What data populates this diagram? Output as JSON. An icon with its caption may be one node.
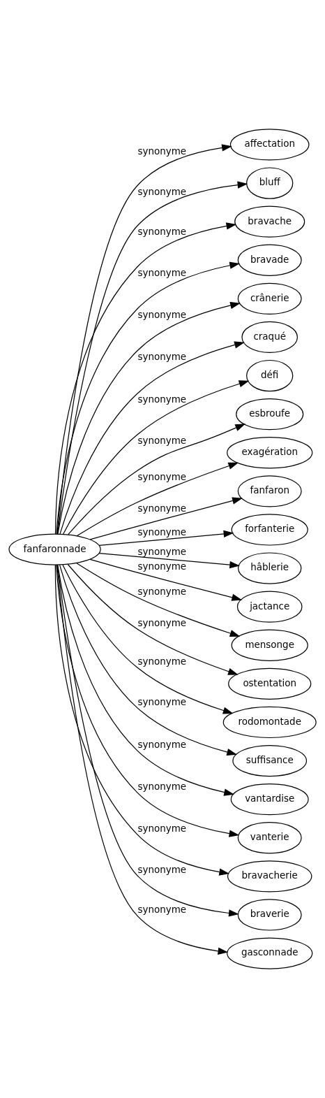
{
  "diagram": {
    "nodes": [
      {
        "text": [
          "fanfaronnade"
        ]
      },
      {
        "text": [
          "affectation"
        ]
      },
      {
        "text": [
          "bluff"
        ]
      },
      {
        "text": [
          "bravache"
        ]
      },
      {
        "text": [
          "bravade"
        ]
      },
      {
        "text": [
          "crânerie"
        ]
      },
      {
        "text": [
          "craqué"
        ]
      },
      {
        "text": [
          "défi"
        ]
      },
      {
        "text": [
          "esbroufe"
        ]
      },
      {
        "text": [
          "exagération"
        ]
      },
      {
        "text": [
          "fanfaron"
        ]
      },
      {
        "text": [
          "forfanterie"
        ]
      },
      {
        "text": [
          "hâblerie"
        ]
      },
      {
        "text": [
          "jactance"
        ]
      },
      {
        "text": [
          "mensonge"
        ]
      },
      {
        "text": [
          "ostentation"
        ]
      },
      {
        "text": [
          "rodomontade"
        ]
      },
      {
        "text": [
          "suffisance"
        ]
      },
      {
        "text": [
          "vantardise"
        ]
      },
      {
        "text": [
          "vanterie"
        ]
      },
      {
        "text": [
          "bravacherie"
        ]
      },
      {
        "text": [
          "braverie"
        ]
      },
      {
        "text": [
          "gasconnade"
        ]
      }
    ],
    "edges": [
      {
        "from": 0,
        "to": 1,
        "arrow": "to",
        "label": "synonyme"
      },
      {
        "from": 0,
        "to": 2,
        "arrow": "to",
        "label": "synonyme"
      },
      {
        "from": 0,
        "to": 3,
        "arrow": "to",
        "label": "synonyme"
      },
      {
        "from": 0,
        "to": 4,
        "arrow": "to",
        "label": "synonyme"
      },
      {
        "from": 0,
        "to": 5,
        "arrow": "to",
        "label": "synonyme"
      },
      {
        "from": 0,
        "to": 6,
        "arrow": "to",
        "label": "synonyme"
      },
      {
        "from": 0,
        "to": 7,
        "arrow": "to",
        "label": "synonyme"
      },
      {
        "from": 0,
        "to": 8,
        "arrow": "to",
        "label": "synonyme"
      },
      {
        "from": 0,
        "to": 9,
        "arrow": "to",
        "label": "synonyme"
      },
      {
        "from": 0,
        "to": 10,
        "arrow": "to",
        "label": "synonyme"
      },
      {
        "from": 0,
        "to": 11,
        "arrow": "to",
        "label": "synonyme"
      },
      {
        "from": 0,
        "to": 12,
        "arrow": "to",
        "label": "synonyme"
      },
      {
        "from": 0,
        "to": 13,
        "arrow": "to",
        "label": "synonyme"
      },
      {
        "from": 0,
        "to": 14,
        "arrow": "to",
        "label": "synonyme"
      },
      {
        "from": 0,
        "to": 15,
        "arrow": "to",
        "label": "synonyme"
      },
      {
        "from": 0,
        "to": 16,
        "arrow": "to",
        "label": "synonyme"
      },
      {
        "from": 0,
        "to": 17,
        "arrow": "to",
        "label": "synonyme"
      },
      {
        "from": 0,
        "to": 18,
        "arrow": "to",
        "label": "synonyme"
      },
      {
        "from": 0,
        "to": 19,
        "arrow": "to",
        "label": "synonyme"
      },
      {
        "from": 0,
        "to": 20,
        "arrow": "to",
        "label": "synonyme"
      },
      {
        "from": 0,
        "to": 21,
        "arrow": "to",
        "label": "synonyme"
      },
      {
        "from": 0,
        "to": 22,
        "arrow": "to",
        "label": "synonyme"
      }
    ]
  }
}
